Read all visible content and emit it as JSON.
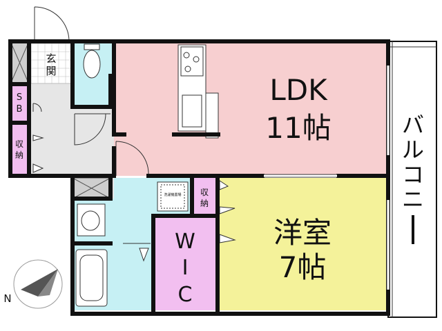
{
  "colors": {
    "ldk": "#f7cfd0",
    "western": "#f4f29a",
    "storage": "#f2bff0",
    "wet": "#c6f0f4",
    "floor": "#e6e6e6",
    "balcony": "#ffffff",
    "wall": "#111111"
  },
  "rooms": {
    "ldk_name": "LDK",
    "ldk_size": "11帖",
    "western_name": "洋室",
    "western_size": "7帖",
    "balcony": "バルコニー",
    "entrance": "玄関",
    "shoe_box": "SB",
    "storage_left": "収納",
    "storage_mid": "収納",
    "wic_1": "W",
    "wic_2": "I",
    "wic_3": "C",
    "washer": "洗濯機置場"
  },
  "compass": {
    "label": "N",
    "icon": "north-compass-icon"
  }
}
